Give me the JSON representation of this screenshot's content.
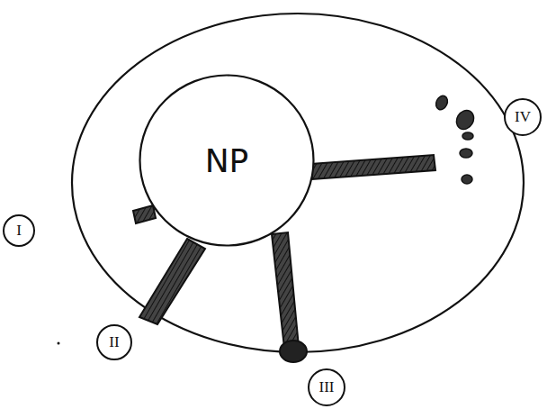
{
  "diagram": {
    "nodes": [
      {
        "text": [
          "NP"
        ]
      }
    ],
    "labels": [
      "I",
      "II",
      "III",
      "IV"
    ]
  }
}
